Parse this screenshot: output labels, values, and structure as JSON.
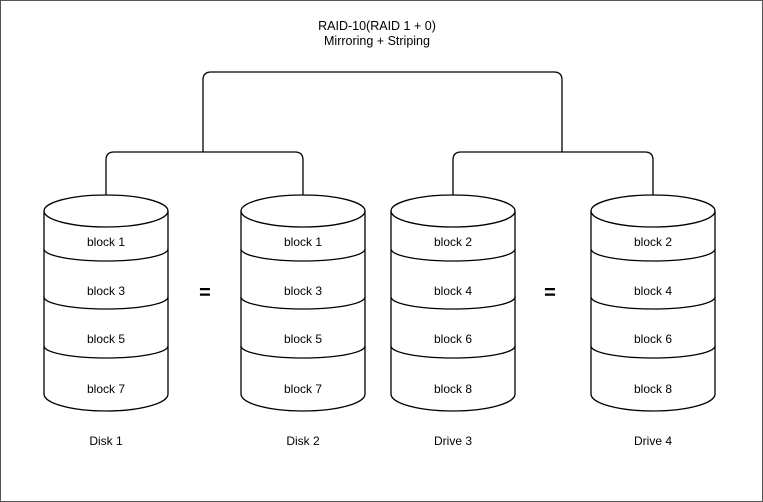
{
  "title": {
    "line1": "RAID-10(RAID 1 + 0)",
    "line2": "Mirroring + Striping"
  },
  "colors": {
    "line": "#000000",
    "background": "#ffffff",
    "frame_border": "#555555"
  },
  "connectors": {
    "equals_left": "=",
    "equals_right": "="
  },
  "disks": [
    {
      "label": "Disk 1",
      "blocks": [
        "block 1",
        "block 3",
        "block 5",
        "block 7"
      ]
    },
    {
      "label": "Disk 2",
      "blocks": [
        "block 1",
        "block 3",
        "block 5",
        "block 7"
      ]
    },
    {
      "label": "Drive 3",
      "blocks": [
        "block 2",
        "block 4",
        "block 6",
        "block 8"
      ]
    },
    {
      "label": "Drive 4",
      "blocks": [
        "block 2",
        "block 4",
        "block 6",
        "block 8"
      ]
    }
  ]
}
